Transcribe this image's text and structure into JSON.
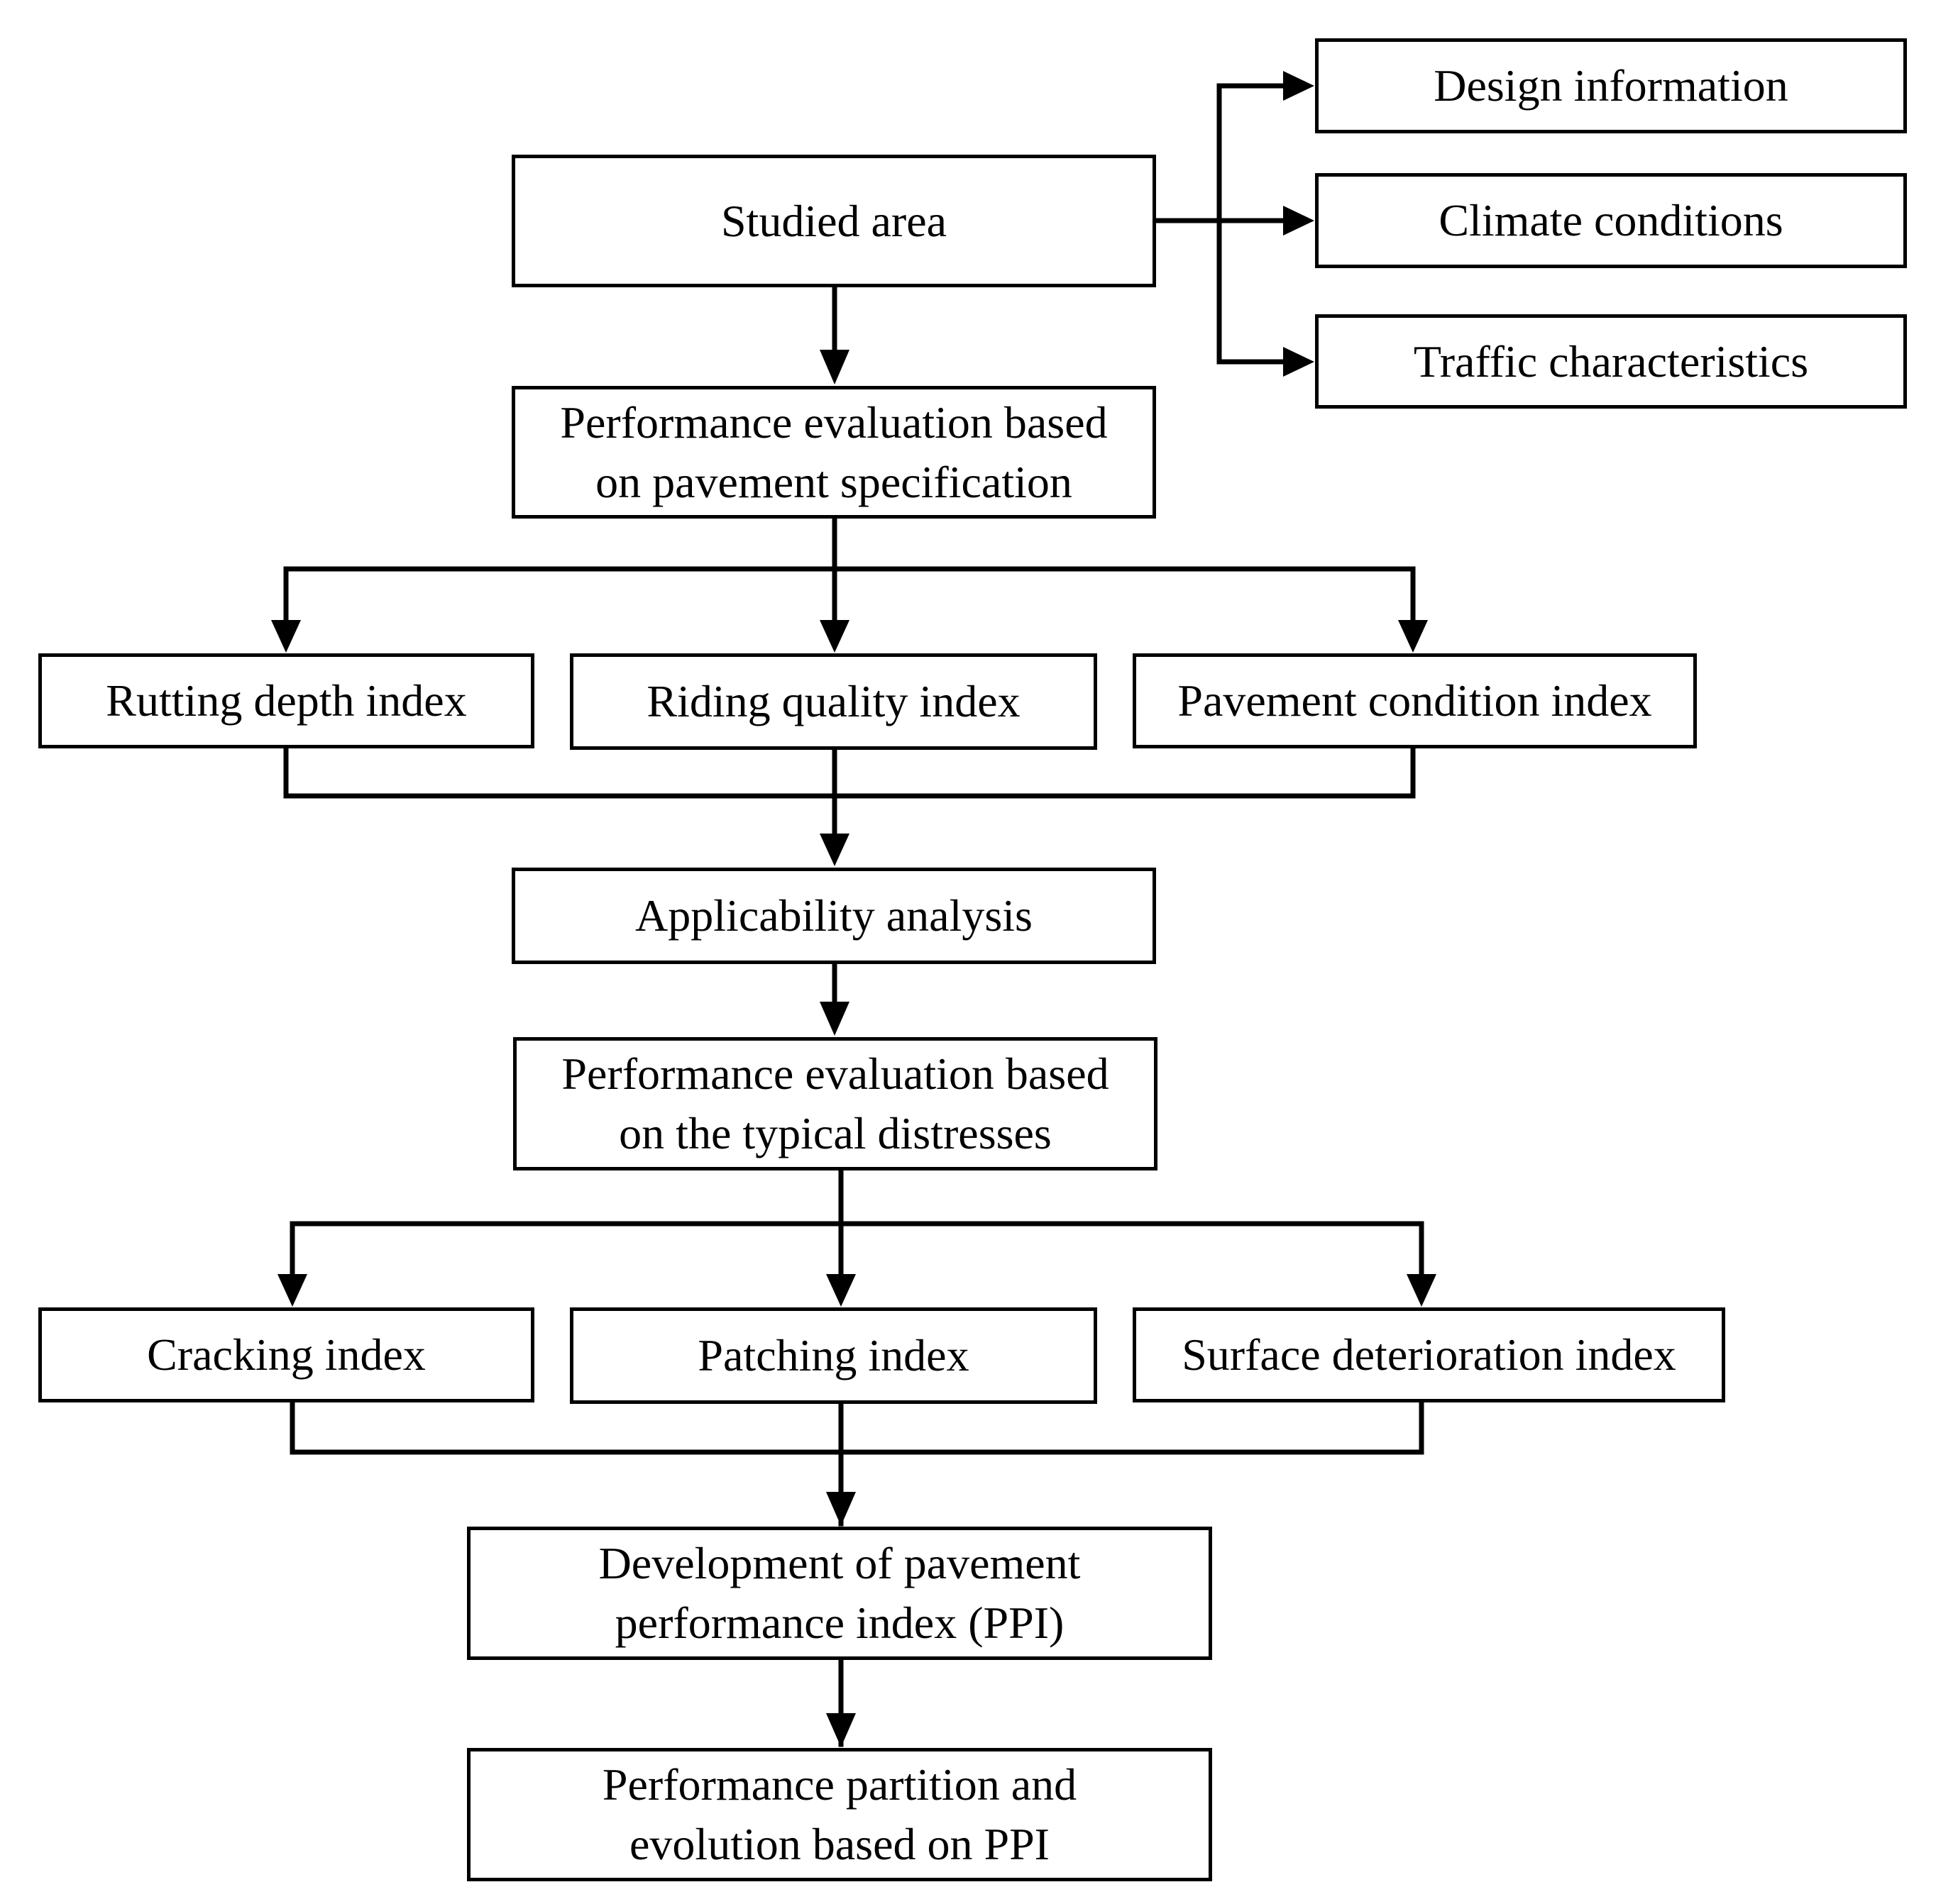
{
  "colors": {
    "stroke": "#000000",
    "background": "#ffffff"
  },
  "boxes": {
    "studied_area": [
      "Studied area"
    ],
    "design_information": [
      "Design information"
    ],
    "climate_conditions": [
      "Climate conditions"
    ],
    "traffic_characteristics": [
      "Traffic characteristics"
    ],
    "performance_eval_spec": [
      "Performance evaluation based",
      "on pavement specification"
    ],
    "rutting_depth_index": [
      "Rutting depth index"
    ],
    "riding_quality_index": [
      "Riding quality index"
    ],
    "pavement_condition_index": [
      "Pavement condition index"
    ],
    "applicability_analysis": [
      "Applicability analysis"
    ],
    "performance_eval_distress": [
      "Performance evaluation based",
      "on the typical distresses"
    ],
    "cracking_index": [
      "Cracking index"
    ],
    "patching_index": [
      "Patching index"
    ],
    "surface_deterioration_index": [
      "Surface deterioration index"
    ],
    "ppi_development": [
      "Development of pavement",
      "performance index (PPI)"
    ],
    "performance_partition": [
      "Performance partition and",
      "evolution based on PPI"
    ]
  }
}
